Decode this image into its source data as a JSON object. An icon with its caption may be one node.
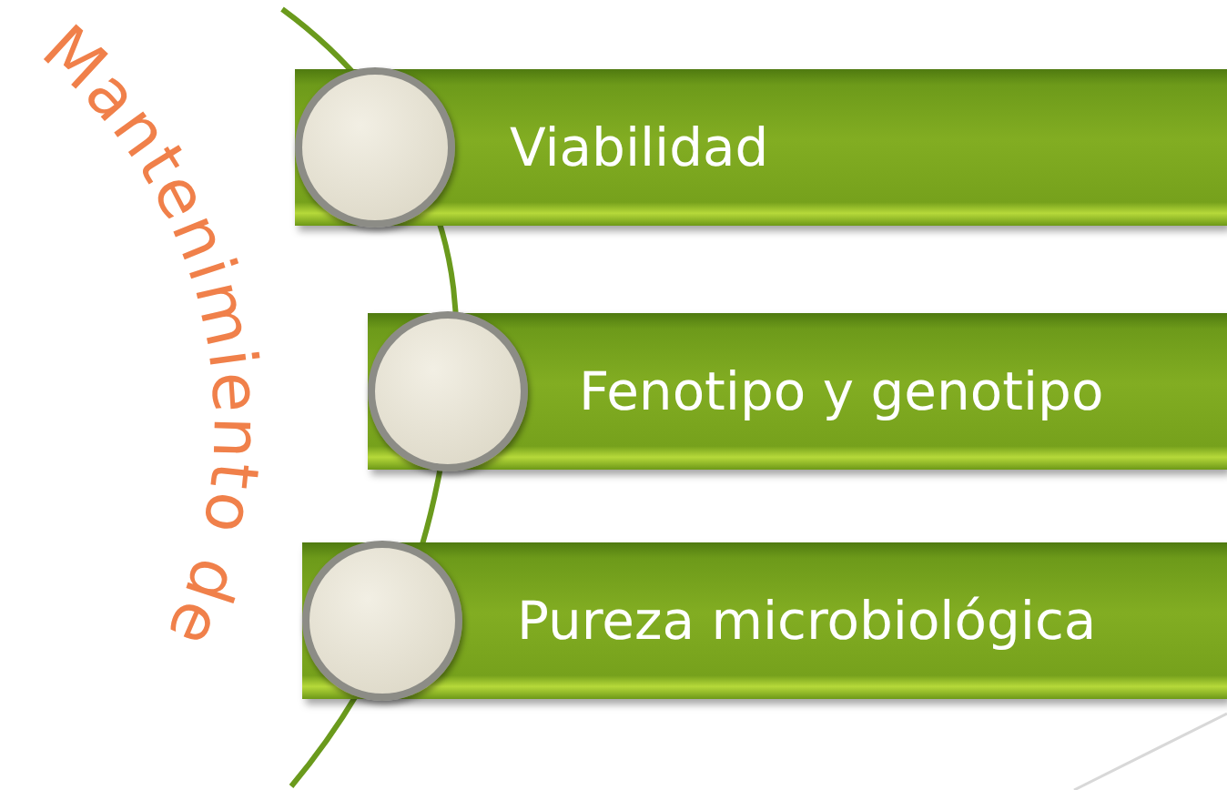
{
  "diagram": {
    "title": "Mantenimiento de",
    "nodes": [
      {
        "text": [
          "Viabilidad"
        ]
      },
      {
        "text": [],
        "shape": "circle",
        "in": 0
      },
      {
        "text": [
          "Fenotipo y genotipo"
        ]
      },
      {
        "text": [],
        "shape": "circle",
        "in": 2
      },
      {
        "text": [
          "Pureza microbiológica"
        ]
      },
      {
        "text": [],
        "shape": "circle",
        "in": 4
      }
    ]
  }
}
